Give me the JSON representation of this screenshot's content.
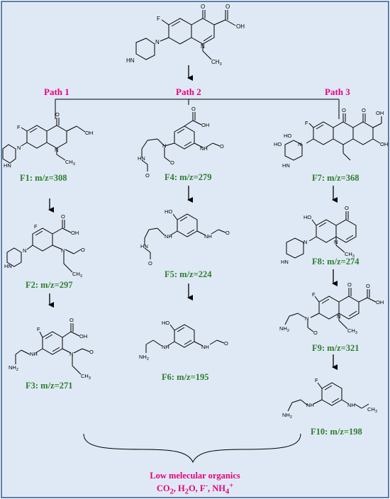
{
  "paths": [
    "Path 1",
    "Path 2",
    "Path 3"
  ],
  "fragments": {
    "f1": "F1: m/z=308",
    "f2": "F2: m/z=297",
    "f3": "F3: m/z=271",
    "f4": "F4: m/z=279",
    "f5": "F5: m/z=224",
    "f6": "F6: m/z=195",
    "f7": "F7: m/z=368",
    "f8": "F8: m/z=274",
    "f9": "F9: m/z=321",
    "f10": "F10: m/z=198"
  },
  "footer": {
    "title": "Low melecular organics",
    "products_pre": "CO",
    "products_sub1": "2",
    "products_mid1": ", H",
    "products_sub2": "2",
    "products_mid2": "O, F",
    "products_sup1": "-",
    "products_mid3": ", NH",
    "products_sub3": "4",
    "products_sup2": "+"
  },
  "atoms": {
    "F": "F",
    "O": "O",
    "OH": "OH",
    "HO": "HO",
    "N": "N",
    "NH": "NH",
    "HN": "HN",
    "NH2": "NH",
    "CH3": "CH",
    "two": "2",
    "three": "3"
  },
  "colors": {
    "background": "#dfe9f5",
    "border": "#5b7fa6",
    "path_label": "#e6007e",
    "fragment_label": "#2e7d2e",
    "bonds": "#000000"
  }
}
